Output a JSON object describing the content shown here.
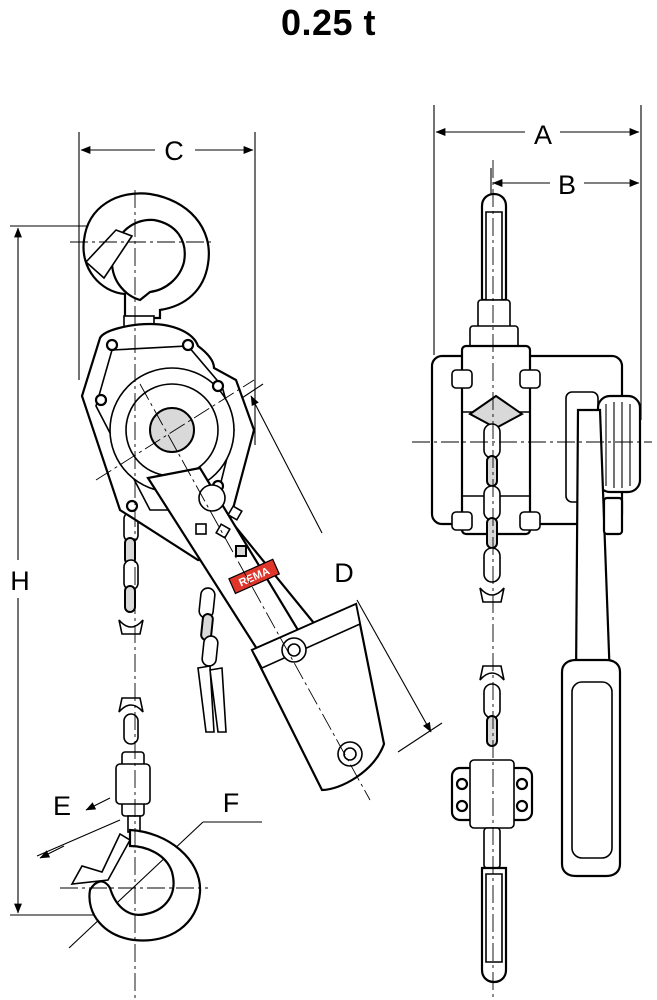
{
  "title": "0.25 t",
  "dimensions": {
    "a": "A",
    "b": "B",
    "c": "C",
    "d": "D",
    "e": "E",
    "f": "F",
    "h": "H"
  },
  "brand": "REMA",
  "colors": {
    "line": "#000000",
    "shade": "#d9d9d9",
    "brand": "#e0352b"
  }
}
